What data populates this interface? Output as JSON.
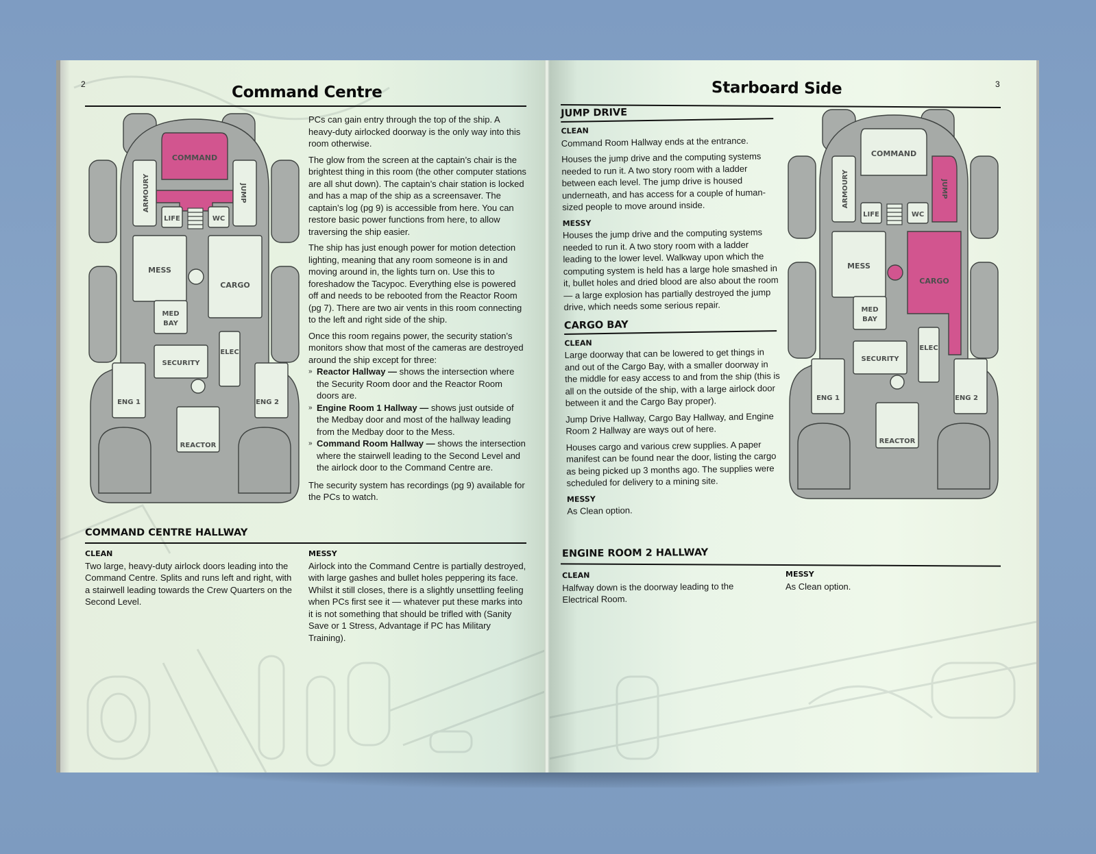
{
  "colors": {
    "background": "#809ec3",
    "paper": "#e8f3e4",
    "map_hull": "#a6aaa7",
    "map_room": "#e9f1e6",
    "map_highlight": "#d2558f",
    "text": "#161616"
  },
  "left_page": {
    "page_number": "2",
    "title": "Command Centre",
    "map": {
      "highlighted_rooms": [
        "COMMAND"
      ],
      "rooms": [
        "COMMAND",
        "ARMOURY",
        "JUMP",
        "LIFE",
        "WC",
        "MESS",
        "CARGO",
        "MED BAY",
        "SECURITY",
        "ELEC",
        "ENG 1",
        "ENG 2",
        "REACTOR"
      ],
      "labels": {
        "command": "COMMAND",
        "armoury": "ARMOURY",
        "jump": "JUMP",
        "life": "LIFE",
        "wc": "WC",
        "mess": "MESS",
        "cargo": "CARGO",
        "med": "MED",
        "bay": "BAY",
        "security": "SECURITY",
        "elec": "ELEC",
        "eng1": "ENG 1",
        "eng2": "ENG 2",
        "reactor": "REACTOR"
      }
    },
    "intro": {
      "p1": "PCs can gain entry through the top of the ship. A heavy-duty airlocked doorway is the only way into this room otherwise.",
      "p2": "The glow from the screen at the captain’s chair is the brightest thing in this room (the other computer stations are all shut down). The captain’s chair station is locked and has a map of the ship as a screensaver. The captain’s log (pg 9) is accessible from here. You can restore basic power functions from here, to allow traversing the ship easier.",
      "p3": "The ship has just enough power for motion detection lighting, meaning that any room someone is in and moving around in, the lights turn on. Use this to foreshadow the Tacypoc. Everything else is powered off and needs to be rebooted from the Reactor Room (pg 7). There are two air vents in this room connecting to the left and right side of the ship.",
      "p4": "Once this room regains power, the security station’s monitors show that most of the cameras are destroyed around the ship except for three:",
      "bullets": [
        {
          "mark": "»",
          "title": "Reactor Hallway —",
          "text": " shows the intersection where the Security Room door and the Reactor Room doors are."
        },
        {
          "mark": "»",
          "title": "Engine Room 1 Hallway —",
          "text": " shows just outside of the Medbay door and most of the hallway leading from the Medbay door to the Mess."
        },
        {
          "mark": "»",
          "title": "Command Room Hallway —",
          "text": " shows the intersection where the stairwell leading to the Second Level and the airlock door to the Command Centre are."
        }
      ],
      "p5": "The security system has recordings (pg 9) available for the PCs to watch."
    },
    "hallway": {
      "heading": "COMMAND CENTRE HALLWAY",
      "clean_label": "CLEAN",
      "clean_text": "Two large, heavy-duty airlock doors leading into the Command Centre. Splits and runs left and right, with a stairwell leading towards the Crew Quarters on the Second Level.",
      "messy_label": "MESSY",
      "messy_text": "Airlock into the Command Centre is partially destroyed, with large gashes and bullet holes peppering its face. Whilst it still closes, there is a slightly unsettling feeling when PCs first see it — whatever put these marks into it is not something that should be trifled with (Sanity Save or 1 Stress, Advantage if PC has Military Training)."
    }
  },
  "right_page": {
    "page_number": "3",
    "title": "Starboard Side",
    "map": {
      "highlighted_rooms": [
        "JUMP",
        "CARGO"
      ],
      "labels": {
        "command": "COMMAND",
        "armoury": "ARMOURY",
        "jump": "JUMP",
        "life": "LIFE",
        "wc": "WC",
        "mess": "MESS",
        "cargo": "CARGO",
        "med": "MED",
        "bay": "BAY",
        "security": "SECURITY",
        "elec": "ELEC",
        "eng1": "ENG 1",
        "eng2": "ENG 2",
        "reactor": "REACTOR"
      }
    },
    "jump_drive": {
      "heading": "JUMP DRIVE",
      "clean_label": "CLEAN",
      "clean_p1": "Command Room Hallway ends at the entrance.",
      "clean_p2": "Houses the jump drive and the computing systems needed to run it. A two story room with a ladder between each level. The jump drive is housed underneath, and has access for a couple of human-sized people to move around inside.",
      "messy_label": "MESSY",
      "messy_text": "Houses the jump drive and the computing systems needed to run it. A two story room with a ladder leading to the lower level. Walkway upon which the computing system is held has a large hole smashed in it, bullet holes and dried blood are also about the room — a large explosion has partially destroyed the jump drive, which needs some serious repair."
    },
    "cargo_bay": {
      "heading": "CARGO BAY",
      "clean_label": "CLEAN",
      "clean_p1": "Large doorway that can be lowered to get things in and out of the Cargo Bay, with a smaller doorway in the middle for easy access to and from the ship (this is all on the outside of the ship, with a large airlock door between it and the Cargo Bay proper).",
      "clean_p2": "Jump Drive Hallway, Cargo Bay Hallway, and Engine Room 2 Hallway are ways out of here.",
      "clean_p3": "Houses cargo and various crew supplies. A paper manifest can be found near the door, listing the cargo as being picked up 3 months ago. The supplies were scheduled for delivery to a mining site.",
      "messy_label": "MESSY",
      "messy_text": "As Clean option."
    },
    "engine_room_2": {
      "heading": "ENGINE ROOM 2 HALLWAY",
      "clean_label": "CLEAN",
      "clean_text": "Halfway down is the doorway leading to the Electrical Room.",
      "messy_label": "MESSY",
      "messy_text": "As Clean option."
    }
  }
}
